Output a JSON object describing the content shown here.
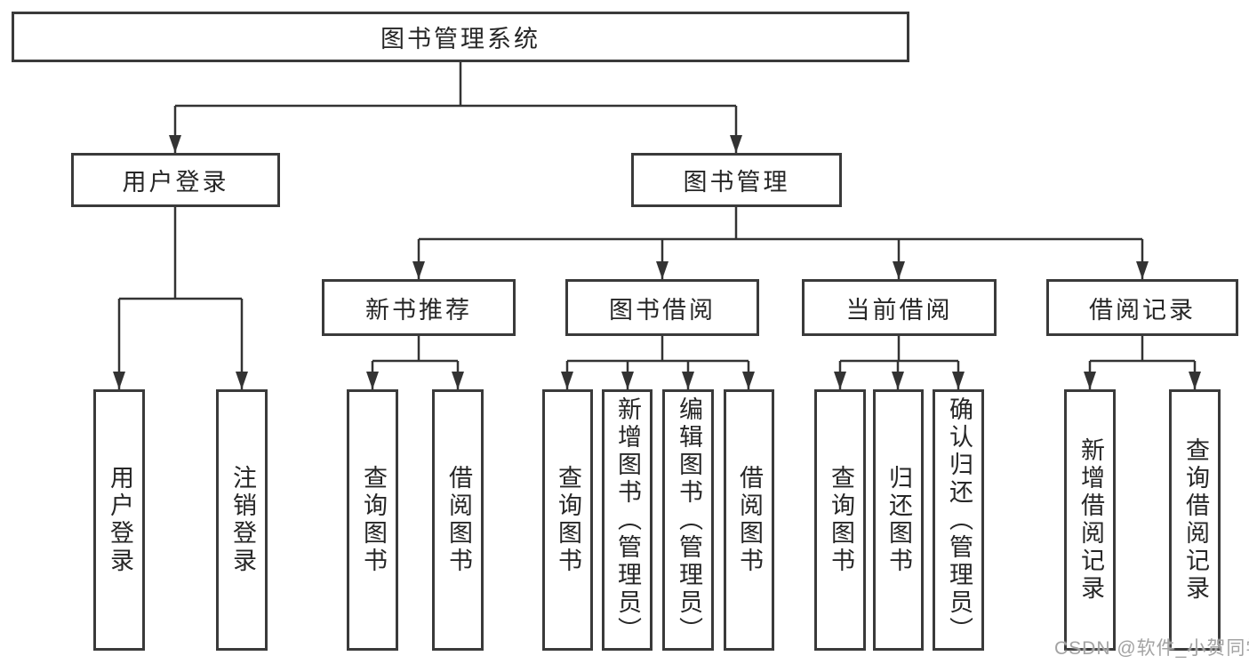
{
  "diagram": {
    "root": {
      "label": "图书管理系统"
    },
    "level2": [
      {
        "label": "用户登录"
      },
      {
        "label": "图书管理"
      }
    ],
    "level3": [
      {
        "label": "新书推荐"
      },
      {
        "label": "图书借阅"
      },
      {
        "label": "当前借阅"
      },
      {
        "label": "借阅记录"
      }
    ],
    "leaves": [
      {
        "label": "用户登录"
      },
      {
        "label": "注销登录"
      },
      {
        "label": "查询图书"
      },
      {
        "label": "借阅图书"
      },
      {
        "label": "查询图书"
      },
      {
        "label": "新增图书（管理员）"
      },
      {
        "label": "编辑图书（管理员）"
      },
      {
        "label": "借阅图书"
      },
      {
        "label": "查询图书"
      },
      {
        "label": "归还图书"
      },
      {
        "label": "确认归还（管理员）"
      },
      {
        "label": "新增借阅记录"
      },
      {
        "label": "查询借阅记录"
      }
    ],
    "watermark": "CSDN @软件_小贺同学",
    "colors": {
      "line": "#333333",
      "border": "#3a3a3a",
      "text": "#262626",
      "background": "#ffffff",
      "watermark": "#a3a3a3"
    }
  }
}
